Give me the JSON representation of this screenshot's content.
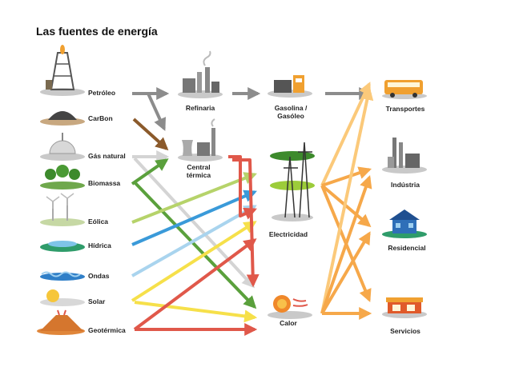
{
  "title": "Las fuentes de energía",
  "sources": [
    {
      "label": "Petróleo",
      "icon": "oil-derrick-icon"
    },
    {
      "label": "CarBon",
      "icon": "coal-pile-icon"
    },
    {
      "label": "Gás natural",
      "icon": "gas-tank-icon"
    },
    {
      "label": "Biomassa",
      "icon": "trees-icon"
    },
    {
      "label": "Eólica",
      "icon": "wind-turbine-icon"
    },
    {
      "label": "Hídrica",
      "icon": "water-dam-icon"
    },
    {
      "label": "Ondas",
      "icon": "waves-icon"
    },
    {
      "label": "Solar",
      "icon": "sun-icon"
    },
    {
      "label": "Geotérmica",
      "icon": "volcano-icon"
    }
  ],
  "conversions": [
    {
      "label": "Refinaria",
      "icon": "refinery-icon"
    },
    {
      "label_line1": "Central",
      "label_line2": "térmica",
      "icon": "power-plant-icon"
    }
  ],
  "carriers": [
    {
      "label_line1": "Gasolina /",
      "label_line2": "Gasóleo",
      "icon": "fuel-pump-icon"
    },
    {
      "label": "Electricidad",
      "icon": "power-tower-icon"
    },
    {
      "label": "Calor",
      "icon": "flame-icon"
    }
  ],
  "uses": [
    {
      "label": "Transportes",
      "icon": "bus-icon"
    },
    {
      "label": "Indústria",
      "icon": "factory-icon"
    },
    {
      "label": "Residencial",
      "icon": "house-icon"
    },
    {
      "label": "Servicios",
      "icon": "shop-icon"
    }
  ],
  "colors": {
    "gray": "#8c8c8c",
    "brown": "#8b5a2b",
    "light_gray": "#d8d8d8",
    "green": "#5aa03c",
    "light_green": "#b6d36a",
    "blue": "#3a9ad9",
    "light_blue": "#a9d4ee",
    "yellow": "#f6e04a",
    "red": "#e0584a",
    "orange": "#f6a84a",
    "light_orange": "#fbc97a"
  }
}
